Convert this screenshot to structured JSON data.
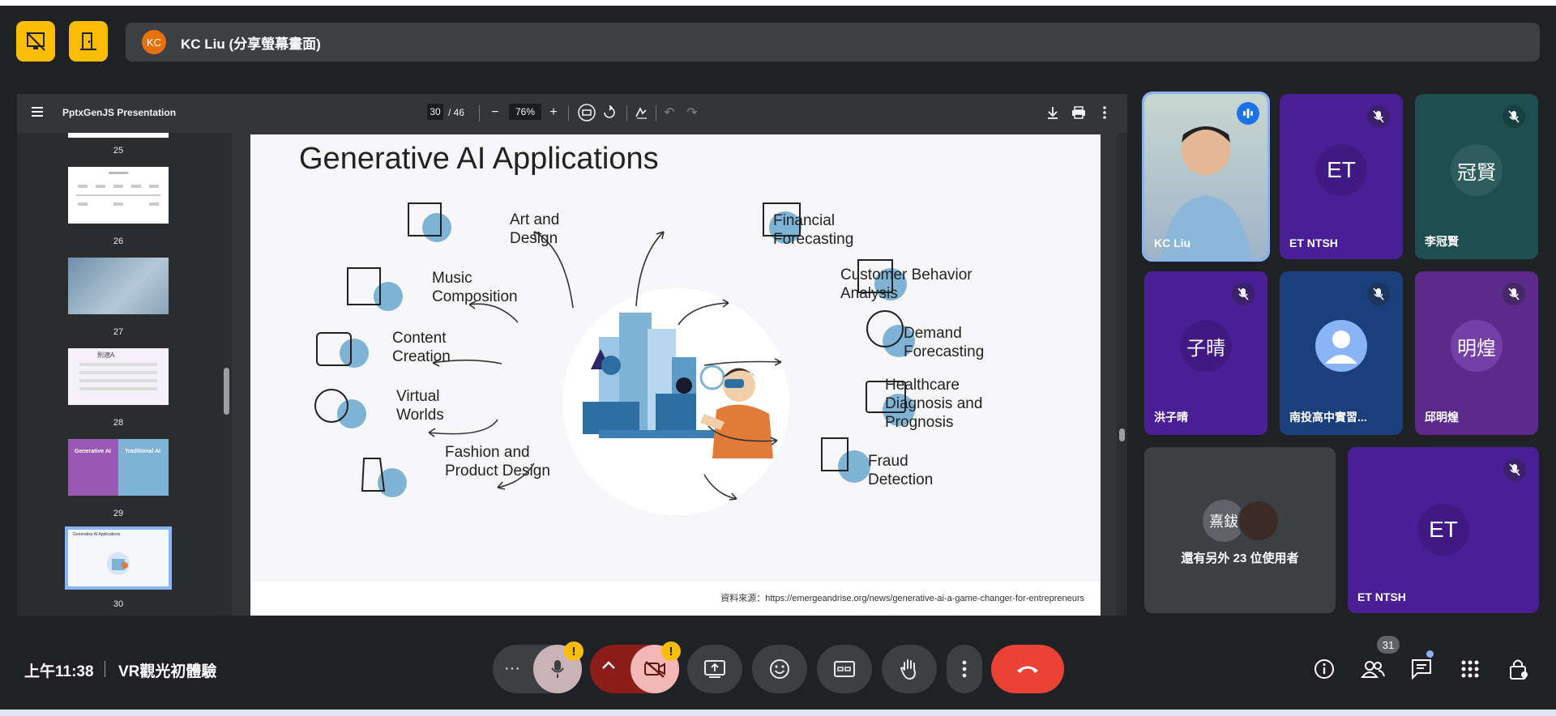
{
  "share": {
    "avatar": "KC",
    "title": "KC Liu (分享螢幕畫面)"
  },
  "pdf": {
    "title": "PptxGenJS Presentation",
    "page_current": "30",
    "page_total": "/ 46",
    "zoom": "76%",
    "thumbnails": [
      {
        "num": "25"
      },
      {
        "num": "26"
      },
      {
        "num": "27"
      },
      {
        "num": "28"
      },
      {
        "num": "29"
      },
      {
        "num": "30"
      }
    ],
    "thumb_texts": {
      "t28": "則適A",
      "t29a": "Generative AI",
      "t29b": "Traditional AI",
      "t30": "Generative AI Applications"
    }
  },
  "slide": {
    "title": "Generative AI Applications",
    "items_left": [
      {
        "line1": "Art and",
        "line2": "Design"
      },
      {
        "line1": "Music",
        "line2": "Composition"
      },
      {
        "line1": "Content",
        "line2": "Creation"
      },
      {
        "line1": "Virtual",
        "line2": "Worlds"
      },
      {
        "line1": "Fashion and",
        "line2": "Product Design"
      }
    ],
    "items_right": [
      {
        "line1": "Financial",
        "line2": "Forecasting"
      },
      {
        "line1": "Customer Behavior",
        "line2": "Analysis"
      },
      {
        "line1": "Demand",
        "line2": "Forecasting"
      },
      {
        "line1": "Healthcare",
        "line2": "Diagnosis and",
        "line3": "Prognosis"
      },
      {
        "line1": "Fraud",
        "line2": "Detection"
      }
    ],
    "source": "資料來源：https://emergeandrise.org/news/generative-ai-a-game-changer-for-entrepreneurs"
  },
  "participants": [
    {
      "name": "KC Liu"
    },
    {
      "name": "ET NTSH",
      "initials": "ET"
    },
    {
      "name": "李冠賢",
      "initials": "冠賢"
    },
    {
      "name": "洪子晴",
      "initials": "子晴"
    },
    {
      "name": "南投高中實習..."
    },
    {
      "name": "邱明煌",
      "initials": "明煌"
    },
    {
      "name": "ET NTSH",
      "initials": "ET"
    }
  ],
  "others": {
    "avatar1": "熹鈸",
    "label": "還有另外 23 位使用者"
  },
  "bottom": {
    "time": "上午11:38",
    "meeting": "VR觀光初體驗",
    "people_count": "31",
    "warn": "!"
  },
  "colors": {
    "accent_yellow": "#fbbc04",
    "end_call": "#ea4335",
    "tile_purple": "#4a1f96"
  }
}
